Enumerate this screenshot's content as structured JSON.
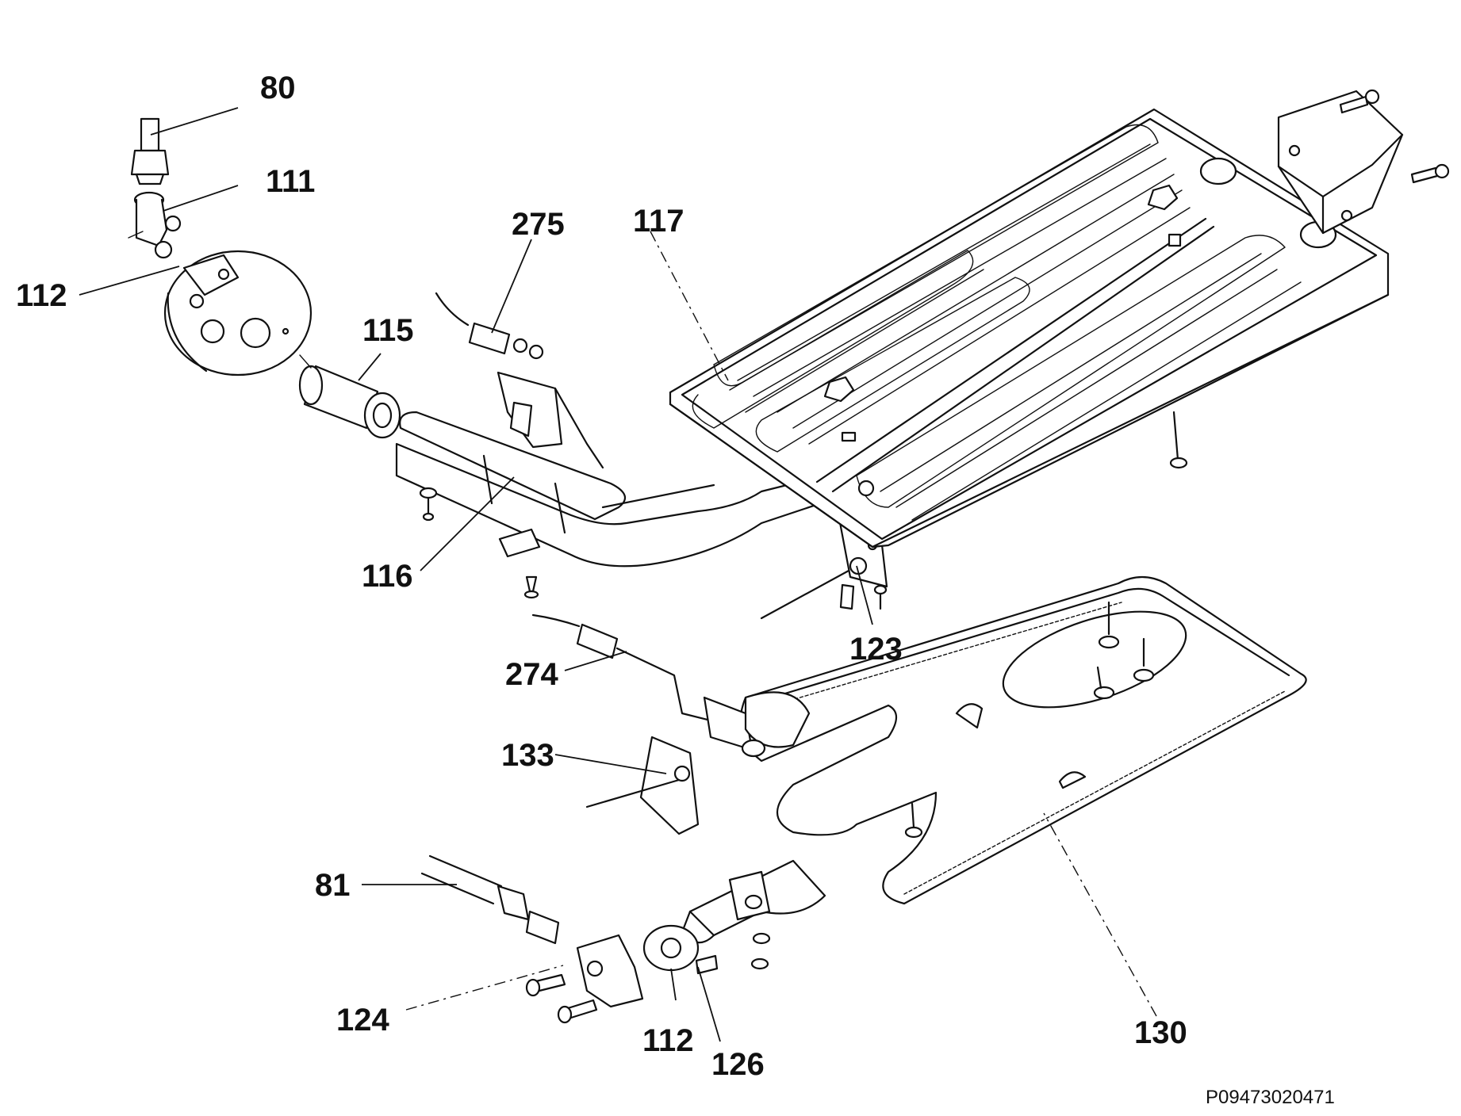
{
  "drawing": {
    "part_code": "P09473020471",
    "callouts": [
      {
        "id": "c80",
        "label": "80"
      },
      {
        "id": "c111",
        "label": "111"
      },
      {
        "id": "c112a",
        "label": "112"
      },
      {
        "id": "c275",
        "label": "275"
      },
      {
        "id": "c117",
        "label": "117"
      },
      {
        "id": "c115",
        "label": "115"
      },
      {
        "id": "c116",
        "label": "116"
      },
      {
        "id": "c123",
        "label": "123"
      },
      {
        "id": "c274",
        "label": "274"
      },
      {
        "id": "c133",
        "label": "133"
      },
      {
        "id": "c81",
        "label": "81"
      },
      {
        "id": "c124",
        "label": "124"
      },
      {
        "id": "c112b",
        "label": "112"
      },
      {
        "id": "c126",
        "label": "126"
      },
      {
        "id": "c130",
        "label": "130"
      }
    ]
  }
}
